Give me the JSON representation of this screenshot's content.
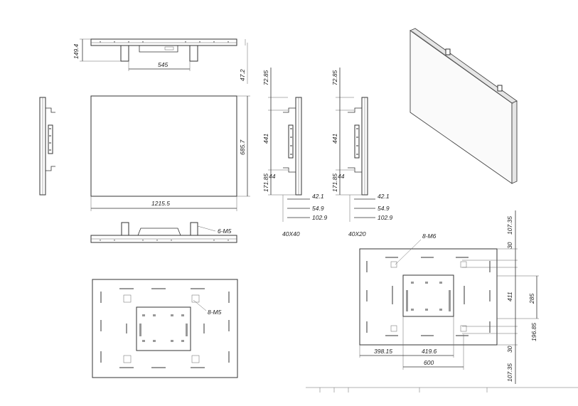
{
  "dimensions": {
    "top_view_depth": "149.4",
    "top_view_bracket_width": "545",
    "front_depth": "47.2",
    "front_height": "685.7",
    "front_width": "1215.5",
    "side_screw_label": "6-M5",
    "back_screw_label": "8-M5",
    "bracket_a": {
      "top": "72.85",
      "middle": "441",
      "bottom": "171.85",
      "offset": "44",
      "d1": "42.1",
      "d2": "54.9",
      "d3": "102.9",
      "label": "40X40"
    },
    "bracket_b": {
      "top": "72.85",
      "middle": "441",
      "bottom": "171.85",
      "offset": "44",
      "d1": "42.1",
      "d2": "54.9",
      "d3": "102.9",
      "label": "40X20"
    },
    "detail_view": {
      "screw_label": "8-M6",
      "v_top": "107.35",
      "v_30_top": "30",
      "v_411": "411",
      "v_285": "285",
      "v_196": "196.85",
      "v_30_bottom": "30",
      "v_bottom": "107.35",
      "h_398": "398.15",
      "h_419": "419.6",
      "h_600": "600"
    }
  }
}
